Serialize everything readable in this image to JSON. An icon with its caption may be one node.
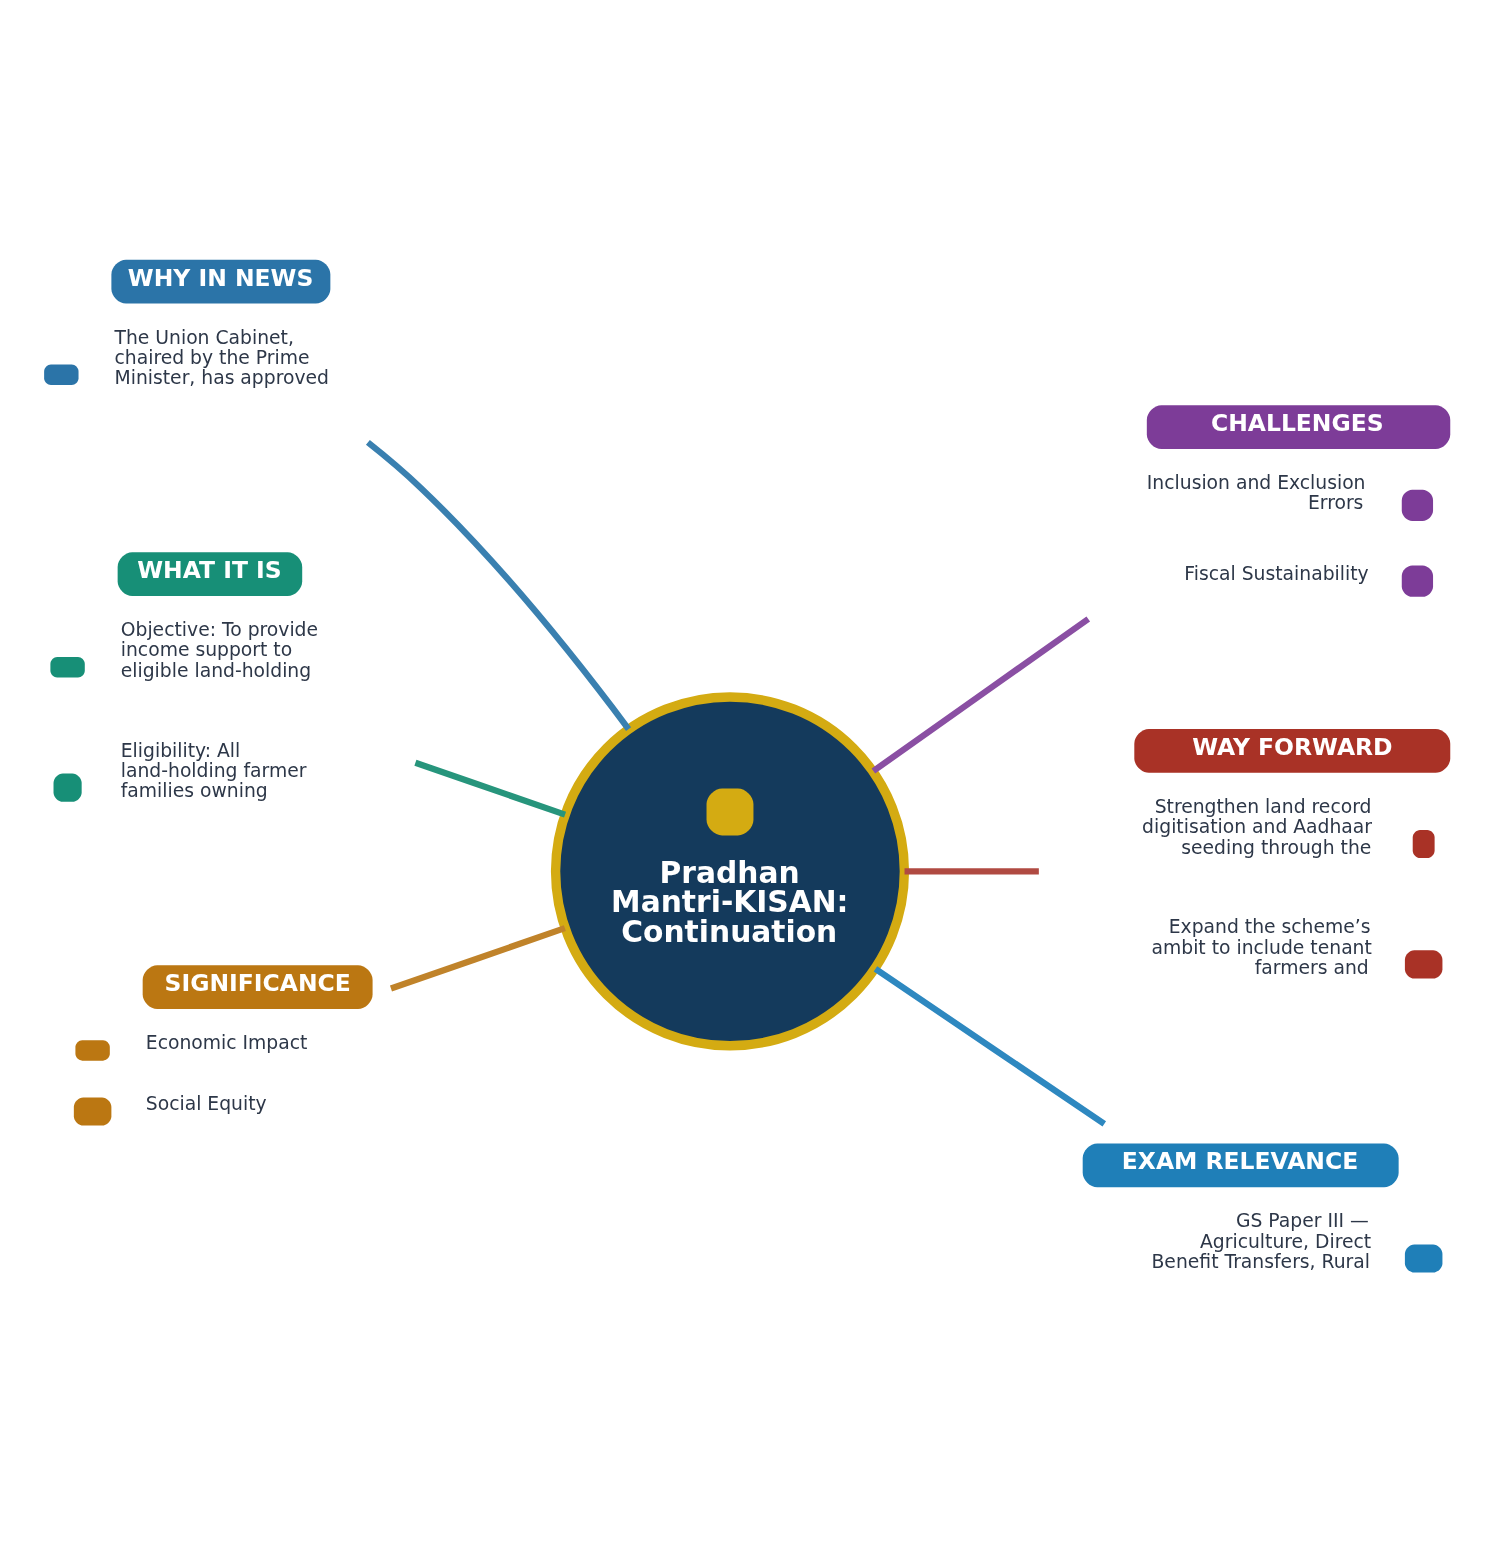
{
  "diagram": {
    "nodes": [
      {
        "text": [
          "Pradhan Mantri-KISAN: Continuation"
        ]
      },
      {
        "text": [
          "WHY IN NEWS",
          "The Union Cabinet, chaired by the Prime Minister, has approved"
        ]
      },
      {
        "text": [
          "WHAT IT IS",
          "Objective: To provide income support to eligible land-holding",
          "Eligibility: All land-holding farmer families owning"
        ]
      },
      {
        "text": [
          "SIGNIFICANCE",
          "Economic Impact",
          "Social Equity"
        ]
      },
      {
        "text": [
          "CHALLENGES",
          "Inclusion and Exclusion Errors",
          "Fiscal Sustainability"
        ]
      },
      {
        "text": [
          "WAY FORWARD",
          "Strengthen land record digitisation and Aadhaar seeding through the",
          "Expand the scheme’s ambit to include tenant farmers and"
        ]
      },
      {
        "text": [
          "EXAM RELEVANCE",
          "GS Paper III — Agriculture, Direct Benefit Transfers, Rural"
        ]
      }
    ],
    "edges": [
      {
        "from": 0,
        "to": 1,
        "arrow": "none",
        "color": "#3a80b0"
      },
      {
        "from": 0,
        "to": 2,
        "arrow": "none",
        "color": "#27957c"
      },
      {
        "from": 0,
        "to": 3,
        "arrow": "none",
        "color": "#c0832a"
      },
      {
        "from": 0,
        "to": 4,
        "arrow": "none",
        "color": "#8a4fa3"
      },
      {
        "from": 0,
        "to": 5,
        "arrow": "none",
        "color": "#b04a42"
      },
      {
        "from": 0,
        "to": 6,
        "arrow": "none",
        "color": "#2e88c0"
      }
    ]
  }
}
